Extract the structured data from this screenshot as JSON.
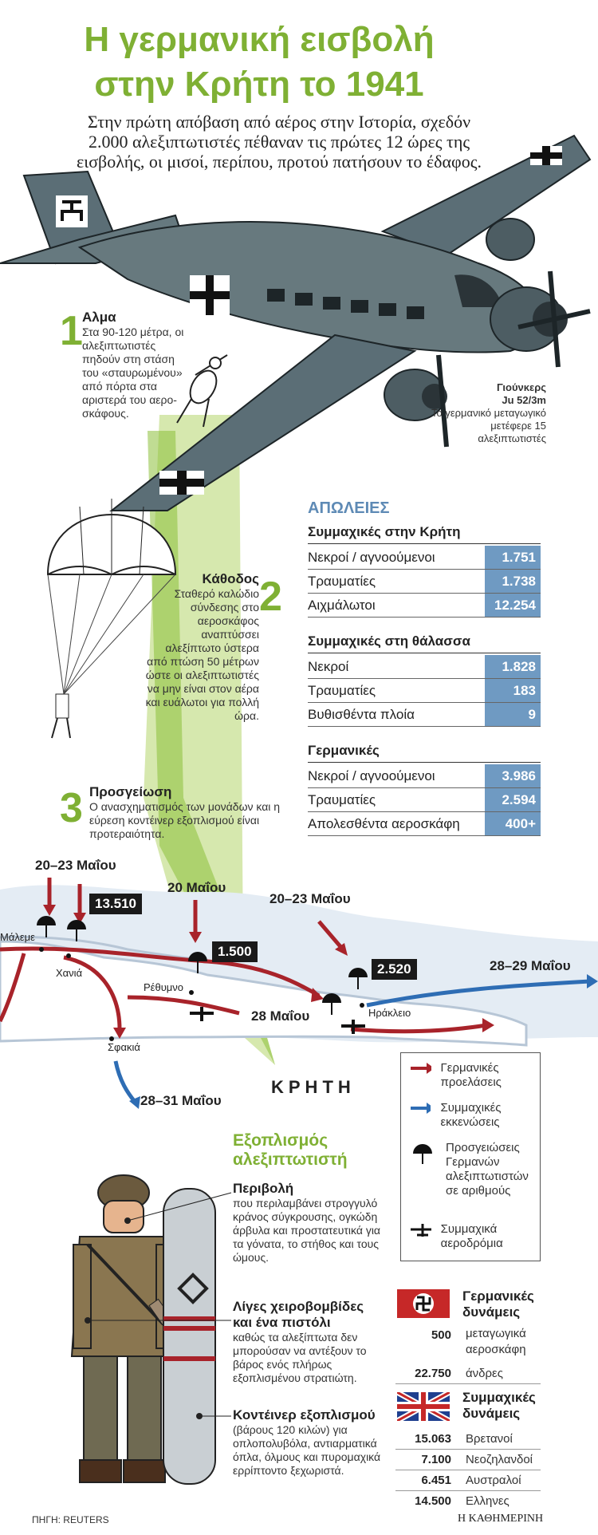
{
  "title_line1": "Η γερμανική εισβολή",
  "title_line2": "στην Κρήτη το 1941",
  "intro": "Στην πρώτη απόβαση από αέρος στην Ιστορία, σχεδόν 2.000 αλεξιπτωτιστές πέθαναν τις πρώτες 12 ώρες της εισβολής, οι μισοί, περίπου, προτού πατήσουν το έδαφος.",
  "steps": [
    {
      "num": "1",
      "title": "Αλμα",
      "text": "Στα 90-120 μέτρα, οι αλεξιπτωτιστές πηδούν στη στάση του «σταυρωμένου» από πόρτα στα αριστερά του αερο-σκάφους."
    },
    {
      "num": "2",
      "title": "Κάθοδος",
      "text": "Σταθερό καλώδιο σύνδεσης στο αεροσκάφος αναπτύσσει αλεξίπτωτο ύστερα από πτώση 50 μέτρων ώστε οι αλεξιπτωτιστές να μην είναι στον αέρα και ευάλωτοι για πολλή ώρα."
    },
    {
      "num": "3",
      "title": "Προσγείωση",
      "text": "Ο ανασχηματισμός των μονάδων και η εύρεση κοντέινερ εξοπλισμού είναι προτεραιότητα."
    }
  ],
  "plane": {
    "name": "Γιούνκερς",
    "model": "Ju 52/3m",
    "desc": "Το γερμανικό μεταγωγικό μετέφερε 15 αλεξιπτωτιστές"
  },
  "losses": {
    "heading": "ΑΠΩΛΕΙΕΣ",
    "groups": [
      {
        "title": "Συμμαχικές στην Κρήτη",
        "rows": [
          {
            "label": "Νεκροί / αγνοούμενοι",
            "value": "1.751"
          },
          {
            "label": "Τραυματίες",
            "value": "1.738"
          },
          {
            "label": "Αιχμάλωτοι",
            "value": "12.254"
          }
        ]
      },
      {
        "title": "Συμμαχικές στη θάλασσα",
        "rows": [
          {
            "label": "Νεκροί",
            "value": "1.828"
          },
          {
            "label": "Τραυματίες",
            "value": "183"
          },
          {
            "label": "Βυθισθέντα πλοία",
            "value": "9"
          }
        ]
      },
      {
        "title": "Γερμανικές",
        "rows": [
          {
            "label": "Νεκροί / αγνοούμενοι",
            "value": "3.986"
          },
          {
            "label": "Τραυματίες",
            "value": "2.594"
          },
          {
            "label": "Απολεσθέντα αεροσκάφη",
            "value": "400+"
          }
        ]
      }
    ]
  },
  "map": {
    "dates": [
      "20–23 Μαΐου",
      "20 Μαΐου",
      "20–23 Μαΐου",
      "28–29 Μαΐου",
      "28 Μαΐου",
      "28–31 Μαΐου"
    ],
    "counts": [
      "13.510",
      "1.500",
      "2.520"
    ],
    "towns": [
      "Μάλεμε",
      "Χανιά",
      "Ρέθυμνο",
      "Ηράκλειο",
      "Σφακιά"
    ],
    "island": "ΚΡΗΤΗ"
  },
  "legend": [
    "Γερμανικές προελάσεις",
    "Συμμαχικές εκκενώσεις",
    "Προσγειώσεις Γερμανών αλεξιπτωτιστών σε αριθμούς",
    "Συμμαχικά αεροδρόμια"
  ],
  "equipment": {
    "title": "Εξοπλισμός αλεξιπτωτιστή",
    "items": [
      {
        "head": "Περιβολή",
        "text": "που περιλαμβάνει στρογγυλό κράνος σύγκρουσης, ογκώδη άρβυλα και προστατευτικά για τα γόνατα, το στήθος και τους ώμους."
      },
      {
        "head": "Λίγες χειροβομβίδες και ένα πιστόλι",
        "text": "καθώς τα αλεξίπτωτα δεν μπορούσαν να αντέξουν το βάρος ενός πλήρως εξοπλισμένου στρατιώτη."
      },
      {
        "head": "Κοντέινερ εξοπλισμού",
        "text": "(βάρους 120 κιλών) για οπλοπολυβόλα, αντιαρματικά όπλα, όλμους και πυρομαχικά ερρίπτοντο ξεχωριστά."
      }
    ]
  },
  "forces": {
    "german": {
      "title": "Γερμανικές δυνάμεις",
      "rows": [
        {
          "num": "500",
          "label": "μεταγωγικά αεροσκάφη"
        },
        {
          "num": "22.750",
          "label": "άνδρες"
        }
      ]
    },
    "allied": {
      "title": "Συμμαχικές δυνάμεις",
      "rows": [
        {
          "num": "15.063",
          "label": "Βρετανοί"
        },
        {
          "num": "7.100",
          "label": "Νεοζηλανδοί"
        },
        {
          "num": "6.451",
          "label": "Αυστραλοί"
        },
        {
          "num": "14.500",
          "label": "Ελληνες"
        }
      ]
    }
  },
  "source": "ΠΗΓΗ: REUTERS",
  "brand": "Η ΚΑΘΗΜΕΡΙΝΗ",
  "colors": {
    "accent_green": "#7fb034",
    "loss_blue": "#6f9ac2",
    "german_red": "#a8232a",
    "allied_blue": "#2e6db4"
  }
}
